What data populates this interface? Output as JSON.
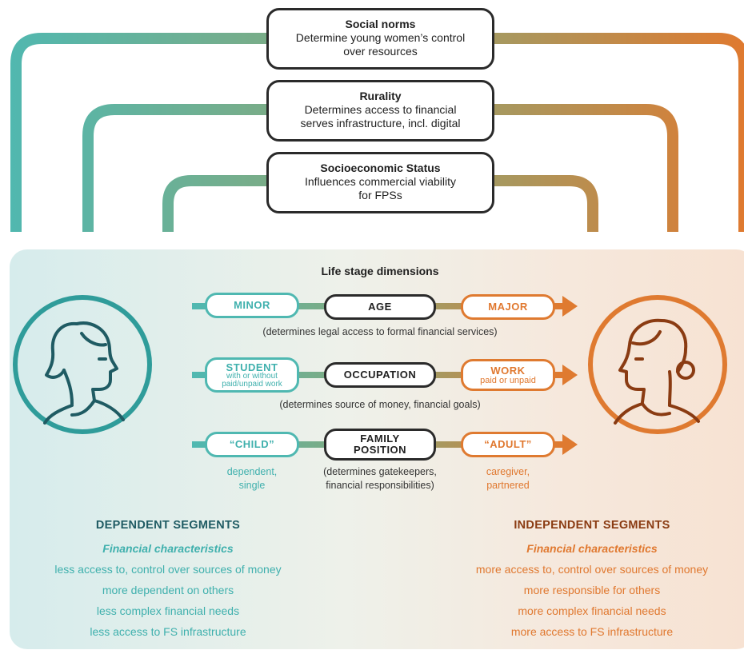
{
  "top_factors": [
    {
      "title": "Social norms",
      "desc_line1": "Determine young women’s control",
      "desc_line2": "over resources"
    },
    {
      "title": "Rurality",
      "desc_line1": "Determines access to financial",
      "desc_line2": "serves infrastructure, incl. digital"
    },
    {
      "title": "Socioeconomic Status",
      "desc_line1": "Influences commercial viability",
      "desc_line2": "for FPSs"
    }
  ],
  "life_stage": {
    "title": "Life stage dimensions",
    "rows": [
      {
        "left": "MINOR",
        "left_sub": "",
        "center": "AGE",
        "right": "MAJOR",
        "right_sub": "",
        "note": "(determines legal access to formal financial services)"
      },
      {
        "left": "STUDENT",
        "left_sub": "with or without",
        "left_sub2": "paid/unpaid work",
        "center": "OCCUPATION",
        "right": "WORK",
        "right_sub": "paid or unpaid",
        "note": "(determines source of money, financial goals)"
      },
      {
        "left": "“CHILD”",
        "center": "FAMILY",
        "center2": "POSITION",
        "right": "“ADULT”",
        "left_note1": "dependent,",
        "left_note2": "single",
        "center_note1": "(determines gatekeepers,",
        "center_note2": "financial responsibilities)",
        "right_note1": "caregiver,",
        "right_note2": "partnered"
      }
    ]
  },
  "dependent": {
    "heading": "DEPENDENT SEGMENTS",
    "sub": "Financial characteristics",
    "items": [
      "less access to, control over sources of money",
      "more dependent on others",
      "less complex financial needs",
      "less access to FS infrastructure"
    ]
  },
  "independent": {
    "heading": "INDEPENDENT SEGMENTS",
    "sub": "Financial characteristics",
    "items": [
      "more access to, control over sources of money",
      "more responsible for others",
      "more complex financial needs",
      "more access to FS infrastructure"
    ]
  },
  "colors": {
    "teal": "#4fb8b1",
    "orange": "#df7a30",
    "dark": "#2a2a2a"
  }
}
